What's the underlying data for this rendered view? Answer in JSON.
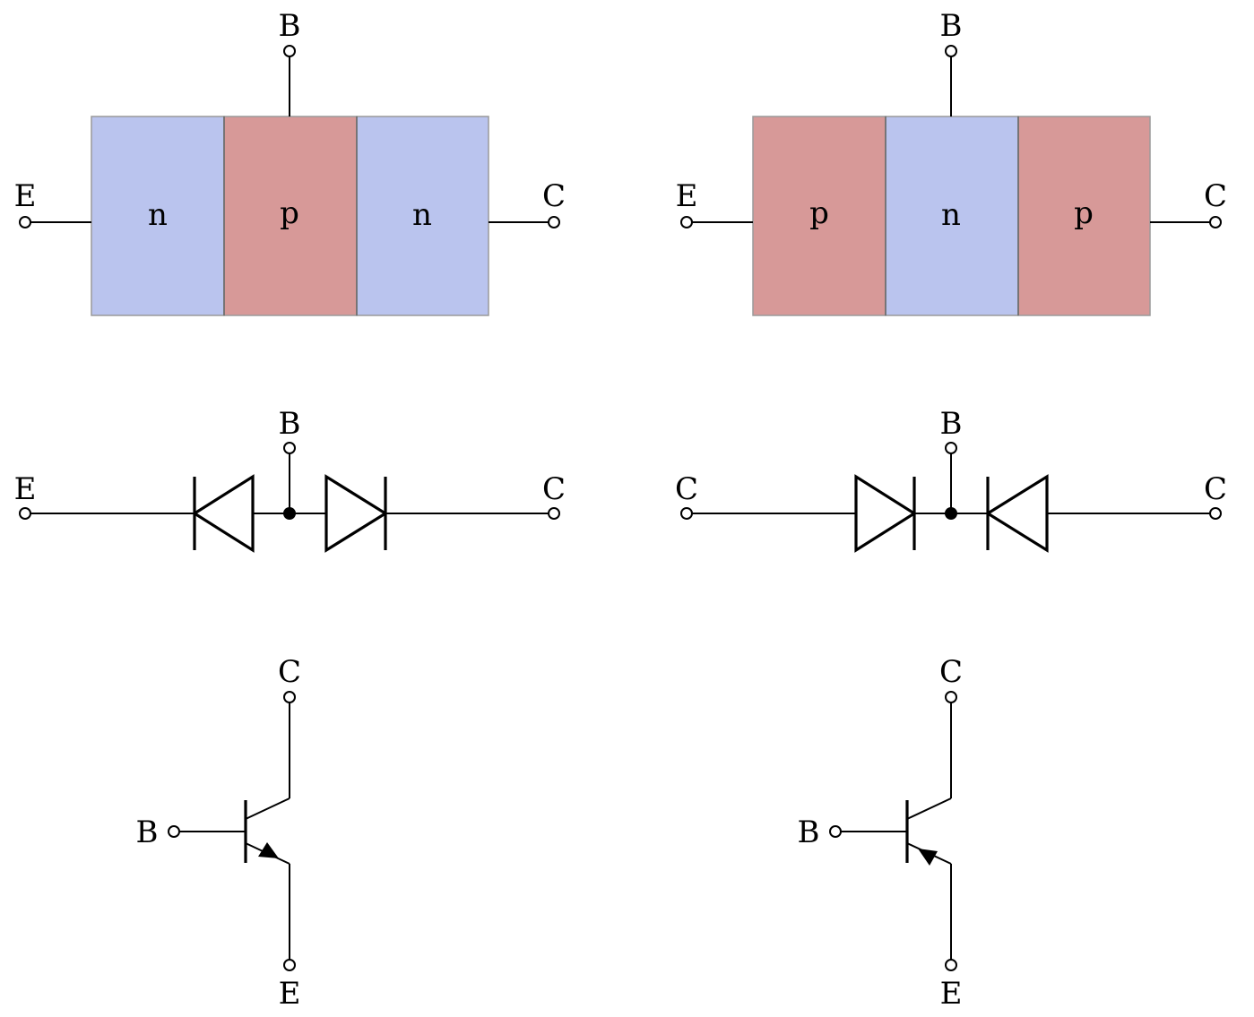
{
  "colors": {
    "n_region": "#bac4ee",
    "p_region": "#d79998",
    "region_border": "#9a9a9a",
    "line": "#000000"
  },
  "npn_block": {
    "regions": [
      "n",
      "p",
      "n"
    ],
    "labels": {
      "emitter": "E",
      "base": "B",
      "collector": "C"
    }
  },
  "pnp_block": {
    "regions": [
      "p",
      "n",
      "p"
    ],
    "labels": {
      "emitter": "E",
      "base": "B",
      "collector": "C"
    }
  },
  "npn_diodes": {
    "labels": {
      "left": "E",
      "base": "B",
      "right": "C"
    }
  },
  "pnp_diodes": {
    "labels": {
      "left": "C",
      "base": "B",
      "right": "C"
    }
  },
  "npn_symbol": {
    "labels": {
      "collector": "C",
      "base": "B",
      "emitter": "E"
    }
  },
  "pnp_symbol": {
    "labels": {
      "collector": "C",
      "base": "B",
      "emitter": "E"
    }
  }
}
